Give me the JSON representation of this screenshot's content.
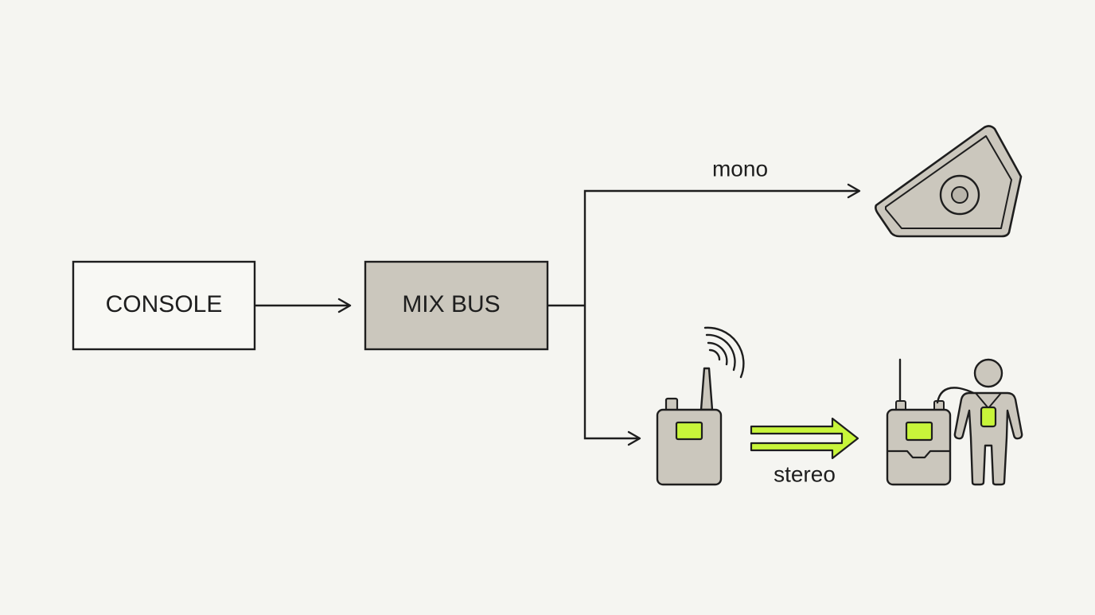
{
  "nodes": {
    "console": {
      "label": "CONSOLE"
    },
    "mix_bus": {
      "label": "MIX BUS"
    }
  },
  "edges": {
    "mono": {
      "label": "mono"
    },
    "stereo": {
      "label": "stereo"
    }
  },
  "colors": {
    "background": "#f5f5f1",
    "stroke": "#1e1e1e",
    "device_fill": "#cbc7bd",
    "accent": "#c8f53a",
    "box_fill_light": "#f8f8f4"
  },
  "icons": {
    "wedge": "stage-monitor-wedge-icon",
    "transmitter": "wireless-transmitter-icon",
    "receiver": "bodypack-receiver-icon",
    "person": "performer-icon",
    "signal": "wireless-signal-icon"
  }
}
